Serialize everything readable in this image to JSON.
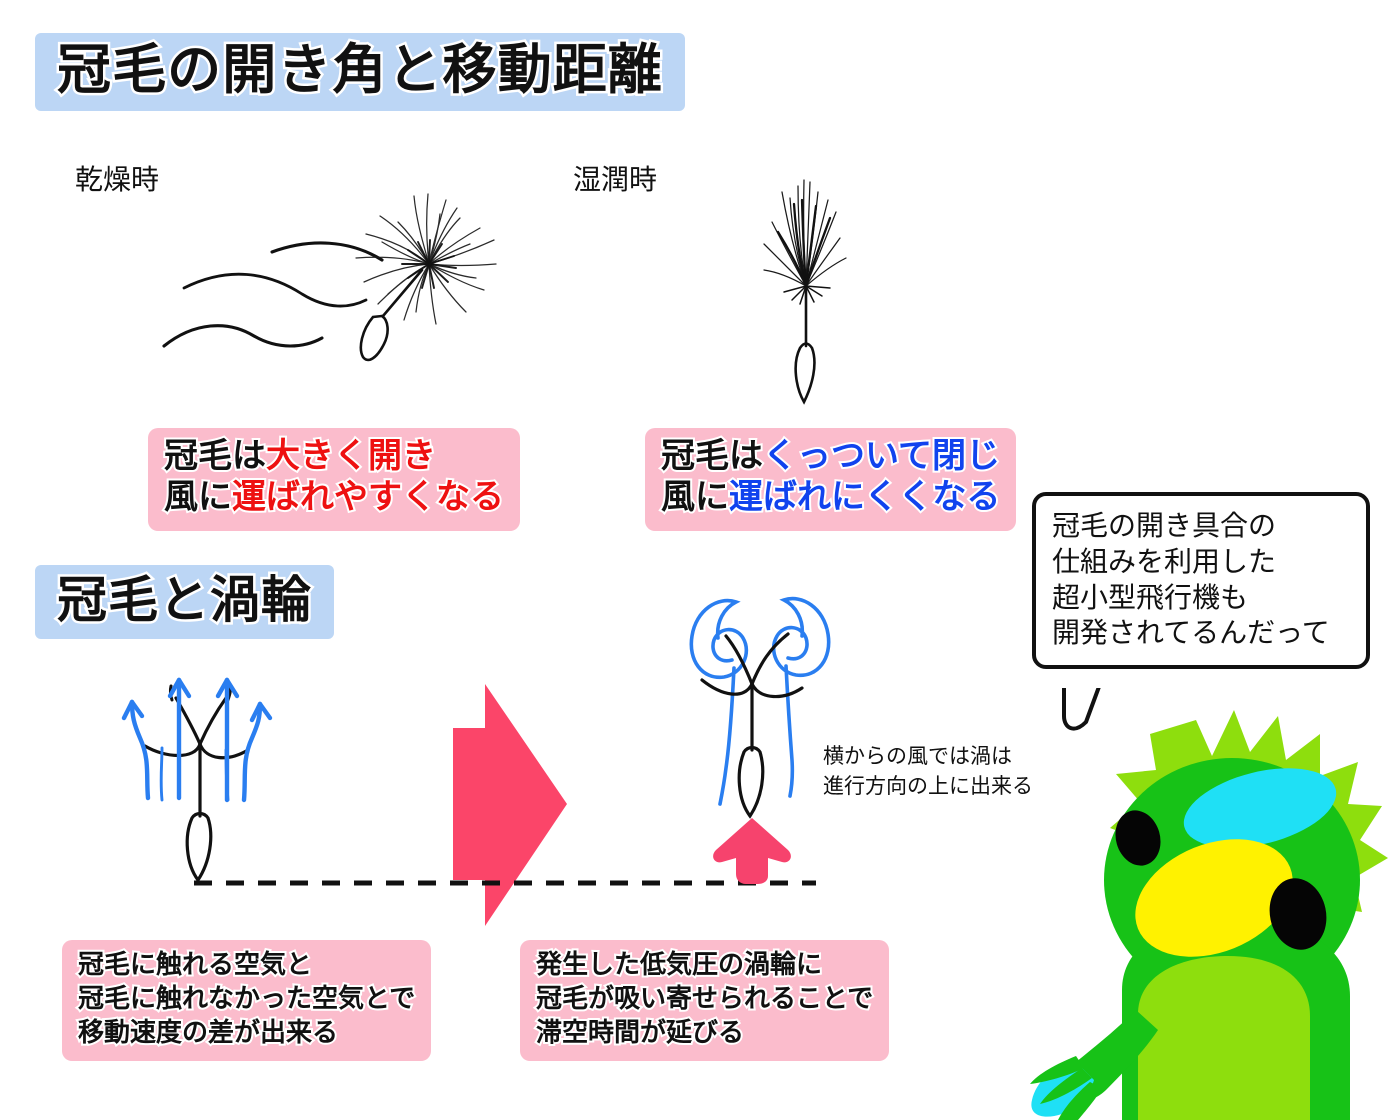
{
  "page": {
    "bg_color": "#ffffff",
    "heading_plate_color": "#bcd6f5",
    "callout_box_color": "#fbbccc",
    "accent_pink": "#fb4569",
    "airflow_blue": "#2a7ef0",
    "frog_green": "#17c217",
    "frog_light_green": "#8ede0d"
  },
  "headings": {
    "main": "冠毛の開き角と移動距離",
    "vortex": "冠毛と渦輪"
  },
  "labels": {
    "dry": "乾燥時",
    "wet": "湿潤時"
  },
  "callouts": {
    "dry": {
      "line1": [
        {
          "text": "冠毛は",
          "color": "black"
        },
        {
          "text": "大きく開き",
          "color": "red"
        }
      ],
      "line2": [
        {
          "text": "風に",
          "color": "black"
        },
        {
          "text": "運ばれやすくなる",
          "color": "red"
        }
      ]
    },
    "wet": {
      "line1": [
        {
          "text": "冠毛は",
          "color": "black"
        },
        {
          "text": "くっついて閉じ",
          "color": "blue"
        }
      ],
      "line2": [
        {
          "text": "風に",
          "color": "black"
        },
        {
          "text": "運ばれにくくなる",
          "color": "blue"
        }
      ]
    },
    "speed_difference": {
      "line1": "冠毛に触れる空気と",
      "line2": "冠毛に触れなかった空気とで",
      "line3": "移動速度の差が出来る"
    },
    "vortex_effect": {
      "line1": "発生した低気圧の渦輪に",
      "line2": "冠毛が吸い寄せられることで",
      "line3": "滞空時間が延びる"
    }
  },
  "annotation": {
    "side_wind_line1": "横からの風では渦は",
    "side_wind_line2": "進行方向の上に出来る"
  },
  "speech_bubble": {
    "line1": "冠毛の開き具合の",
    "line2": "仕組みを利用した",
    "line3": "超小型飛行機も",
    "line4": "開発されてるんだって"
  },
  "figures": {
    "dandelion_open": "open-pappus-dandelion-seed-drifting",
    "dandelion_closed": "closed-pappus-dandelion-seed-vertical",
    "wind_streaks": "three-wind-streak-lines",
    "airflow_arrows": "upward-blue-airflow-arrows",
    "vortex_rings": "two-blue-spiral-vortex-rings",
    "lift_arrow": "pink-upward-lift-arrow",
    "transition_arrow": "pink-right-pointing-transition-arrow",
    "ground_line": "black-dashed-reference-line",
    "mascot": "green-kappa-frog-mascot"
  }
}
